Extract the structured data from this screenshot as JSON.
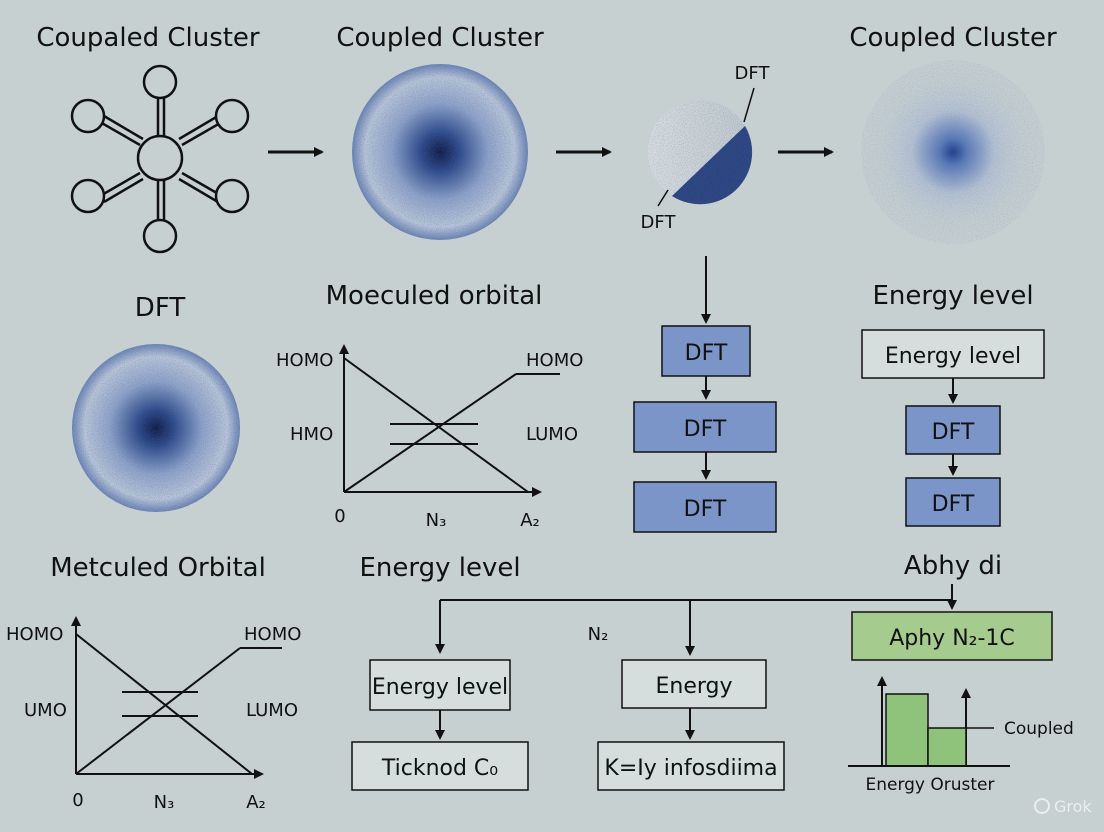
{
  "titles": {
    "top_1": "Coupaled Cluster",
    "top_2": "Coupled Cluster",
    "top_4": "Coupled Cluster",
    "mid_1": "DFT",
    "mid_2": "Moeculed orbital",
    "mid_4": "Energy level",
    "bottom_1": "Metculed Orbital",
    "bottom_2": "Energy level",
    "bottom_4": "Abhy di"
  },
  "sphere_labels": {
    "dft_top": "DFT",
    "dft_bottom": "DFT"
  },
  "orbital_plot_1": {
    "homo_left": "HOMO",
    "hmo_left": "HMO",
    "homo_right": "HOMO",
    "lumo_right": "LUMO",
    "tick_0": "0",
    "tick_mid": "N₃",
    "tick_end": "A₂"
  },
  "orbital_plot_2": {
    "homo_left": "HOMO",
    "umo_left": "UMO",
    "homo_right": "HOMO",
    "lumo_right": "LUMO",
    "tick_0": "0",
    "tick_mid": "N₃",
    "tick_end": "A₂"
  },
  "dft_chain": [
    "DFT",
    "DFT",
    "DFT"
  ],
  "energy_chain": {
    "header_box": "Energy level",
    "boxes": [
      "DFT",
      "DFT"
    ]
  },
  "bottom_flow": {
    "branch_label": "N₂",
    "left_box": "Energy level",
    "left_result": "Ticknod C₀",
    "mid_box": "Energy",
    "mid_result": "K=Iy infosdiima",
    "green_box": "Aphy N₂-1C",
    "bar_legend": "Coupled",
    "bar_xlabel": "Energy Oruster"
  },
  "watermark": "Grok",
  "colors": {
    "background": "#c6d0d1",
    "blue_box": "#7b95c8",
    "green_box": "#a6cb8e",
    "green_bar": "#8fc27b",
    "sphere_dark": "#0e1a48",
    "sphere_mid": "#3d5a97"
  }
}
